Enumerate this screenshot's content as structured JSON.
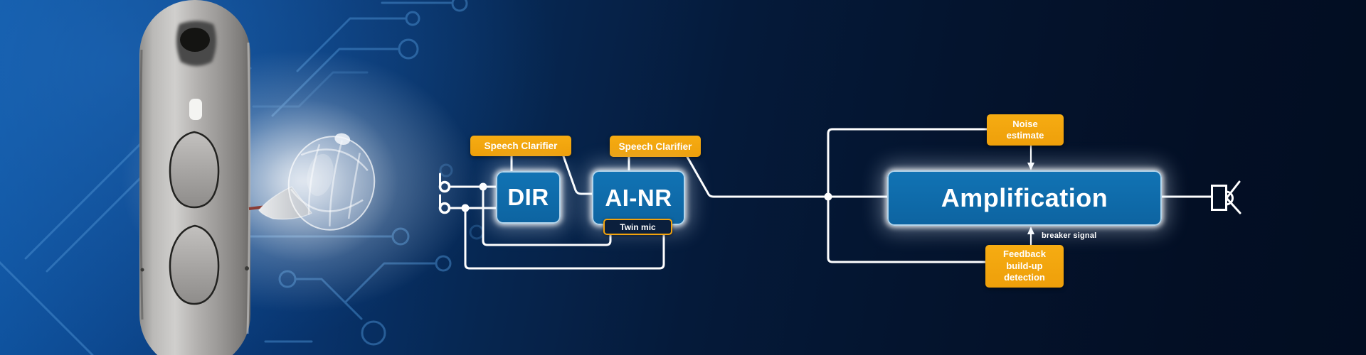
{
  "diagram": {
    "speech_clarifier_left": {
      "label": "Speech Clarifier"
    },
    "speech_clarifier_right": {
      "label": "Speech Clarifier"
    },
    "dir": {
      "label": "DIR"
    },
    "ai_nr": {
      "label": "AI-NR"
    },
    "twin_mic": {
      "label": "Twin mic"
    },
    "amplification": {
      "label": "Amplification"
    },
    "noise_estimate": {
      "lines": [
        "Noise",
        "estimate"
      ]
    },
    "feedback_detection": {
      "lines": [
        "Feedback",
        "build-up",
        "detection"
      ]
    },
    "breaker_signal_label": "breaker signal"
  },
  "icons": {
    "mic_top": "microphone-input-icon",
    "mic_bottom": "microphone-input-icon",
    "receiver": "speaker-receiver-icon"
  },
  "illustration": {
    "device": "behind-the-ear hearing aid with two push buttons",
    "ear_piece": "transparent open dome with receiver wire"
  },
  "colors": {
    "accent_orange": "#F2A30D",
    "block_blue": "#0E6CAC",
    "wire_white": "#FFFFFF",
    "background_left": "#0E58A7",
    "background_right": "#041128",
    "twin_mic_fill": "#0B1F3C",
    "circuit_trace": "#4A8FD0"
  }
}
